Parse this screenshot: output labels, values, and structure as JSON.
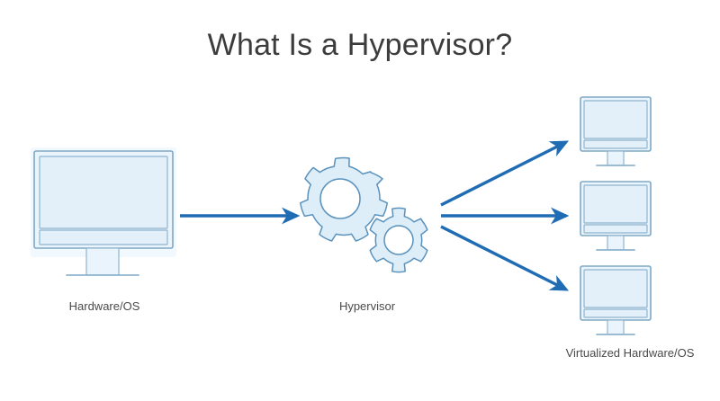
{
  "page": {
    "title": "What Is a Hypervisor?",
    "background_color": "#ffffff"
  },
  "colors": {
    "title_text": "#3c3c3c",
    "caption_text": "#4a4a4a",
    "arrow_blue": "#1f6cb4",
    "monitor_fill": "#eaf4fc",
    "monitor_screen_fill": "#e3f0fa",
    "monitor_stroke": "#7fa8c4",
    "gear_fill": "#ddeef9",
    "gear_stroke": "#5a92bd"
  },
  "nodes": {
    "source": {
      "label": "Hardware/OS",
      "icon": "monitor-icon",
      "count": 1
    },
    "middle": {
      "label": "Hypervisor",
      "icon": "gears-icon",
      "gear_count": 2
    },
    "targets": {
      "label": "Virtualized Hardware/OS",
      "icon": "monitor-icon",
      "count": 3,
      "items": [
        {
          "label": ""
        },
        {
          "label": ""
        },
        {
          "label": ""
        }
      ]
    }
  },
  "arrows": [
    {
      "name": "hardware-to-hypervisor",
      "direction": "right",
      "icon": "arrow-right-icon"
    },
    {
      "name": "hypervisor-to-vm-top",
      "direction": "up-right",
      "icon": "arrow-up-right-icon"
    },
    {
      "name": "hypervisor-to-vm-middle",
      "direction": "right",
      "icon": "arrow-right-icon"
    },
    {
      "name": "hypervisor-to-vm-bottom",
      "direction": "down-right",
      "icon": "arrow-down-right-icon"
    }
  ]
}
